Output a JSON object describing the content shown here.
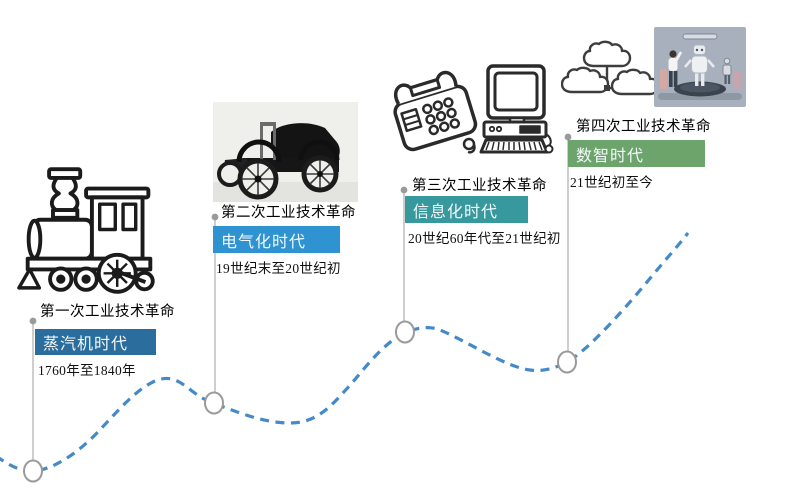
{
  "page": {
    "background": "#ffffff",
    "description_labels": []
  },
  "curve": {
    "color": "#4489C8",
    "style": "dashed",
    "node_stroke": "#9A9A9A",
    "connector_color": "#ADADAD"
  },
  "milestones": [
    {
      "heading": "第一次工业技术革命",
      "era": "蒸汽机时代",
      "period": "1760年至1840年",
      "color": "#2B6D9C",
      "icon": "steam-locomotive"
    },
    {
      "heading": "第二次工业技术革命",
      "era": "电气化时代",
      "period": "19世纪末至20世纪初",
      "color": "#2E93D0",
      "icon": "vintage-car-photo"
    },
    {
      "heading": "第三次工业技术革命",
      "era": "信息化时代",
      "period": "20世纪60年代至21世纪初",
      "color": "#37999E",
      "icon": "telephone-and-computer"
    },
    {
      "heading": "第四次工业技术革命",
      "era": "数智时代",
      "period": "21世纪初至今",
      "color": "#6CA46C",
      "icon": "cloud-network-and-ai-robot"
    }
  ]
}
